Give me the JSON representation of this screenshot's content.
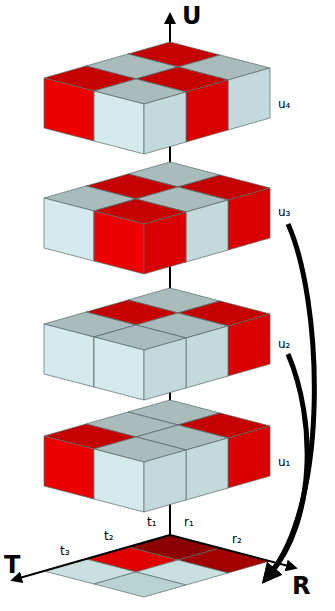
{
  "diagram": {
    "labels": [
      "U",
      "u₄",
      "u₃",
      "u₂",
      "u₁",
      "t₁",
      "r₁",
      "t₂",
      "r₂",
      "t₃",
      "T",
      "R"
    ]
  }
}
